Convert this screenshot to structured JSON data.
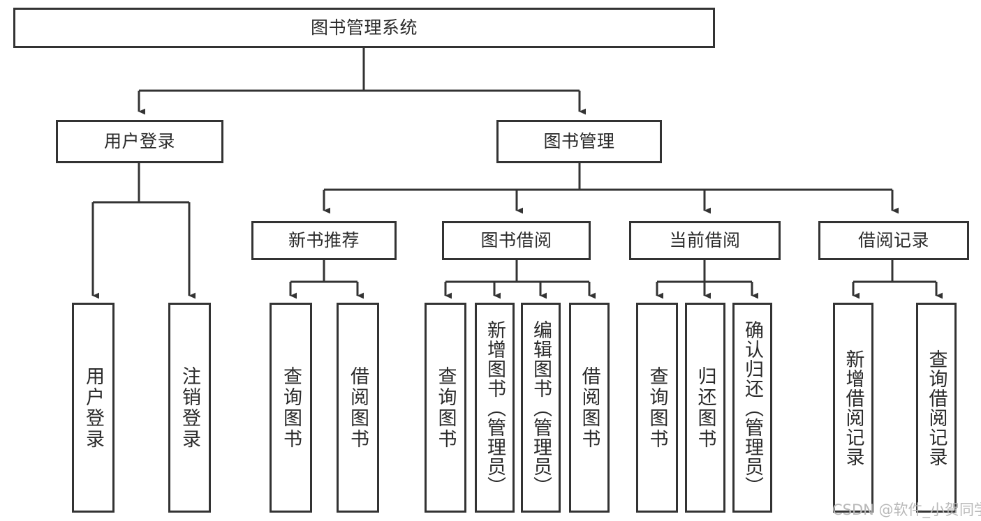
{
  "diagram": {
    "title": "图书管理系统",
    "type": "tree",
    "orientation": "top-down",
    "line_color": "#333333",
    "box_fill": "#ffffff",
    "text_color": "#2b2b2b",
    "nodes": {
      "root": {
        "label": "图书管理系统"
      },
      "level2": [
        {
          "label": "用户登录"
        },
        {
          "label": "图书管理"
        }
      ],
      "level3": [
        {
          "label": "新书推荐"
        },
        {
          "label": "图书借阅"
        },
        {
          "label": "当前借阅"
        },
        {
          "label": "借阅记录"
        }
      ],
      "leaves_user_login": [
        {
          "label": "用户登录"
        },
        {
          "label": "注销登录"
        }
      ],
      "leaves_new_book": [
        {
          "label": "查询图书"
        },
        {
          "label": "借阅图书"
        }
      ],
      "leaves_borrow": [
        {
          "label": "查询图书"
        },
        {
          "label": "新增图书（管理员）"
        },
        {
          "label": "编辑图书（管理员）"
        },
        {
          "label": "借阅图书"
        }
      ],
      "leaves_current": [
        {
          "label": "查询图书"
        },
        {
          "label": "归还图书"
        },
        {
          "label": "确认归还（管理员）"
        }
      ],
      "leaves_records": [
        {
          "label": "新增借阅记录"
        },
        {
          "label": "查询借阅记录"
        }
      ]
    }
  },
  "watermark": {
    "text": "CSDN @软件_小贺同学"
  }
}
